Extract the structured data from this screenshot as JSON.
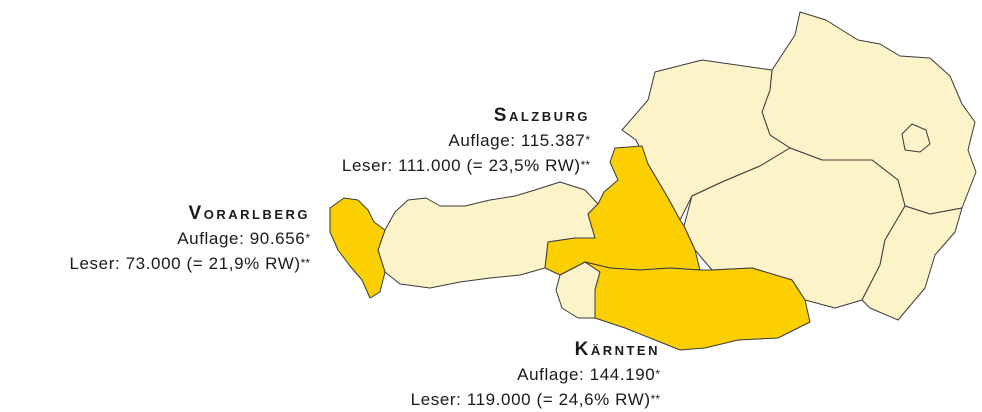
{
  "colors": {
    "highlight": "#fcd000",
    "base": "#fcf4c8",
    "border": "#3a3a3a",
    "text": "#1a1a1a"
  },
  "regions": [
    {
      "name": "Vorarlberg",
      "highlighted": true
    },
    {
      "name": "Tirol",
      "highlighted": false
    },
    {
      "name": "Osttirol",
      "highlighted": false
    },
    {
      "name": "Salzburg",
      "highlighted": true
    },
    {
      "name": "Kärnten",
      "highlighted": true
    },
    {
      "name": "Oberösterreich",
      "highlighted": false
    },
    {
      "name": "Niederösterreich",
      "highlighted": false
    },
    {
      "name": "Wien",
      "highlighted": false
    },
    {
      "name": "Steiermark",
      "highlighted": false
    },
    {
      "name": "Burgenland",
      "highlighted": false
    }
  ],
  "labels": {
    "salzburg": {
      "name": "Salzburg",
      "auflage": "Auflage: 115.387",
      "auflage_mark": "*",
      "leser": "Leser: 111.000 (= 23,5% RW)",
      "leser_mark": "**"
    },
    "vorarlberg": {
      "name": "Vorarlberg",
      "auflage": "Auflage: 90.656",
      "auflage_mark": "*",
      "leser": "Leser: 73.000 (= 21,9% RW)",
      "leser_mark": "**"
    },
    "kaernten": {
      "name": "Kärnten",
      "auflage": "Auflage: 144.190",
      "auflage_mark": "*",
      "leser": "Leser: 119.000 (= 24,6% RW)",
      "leser_mark": "**"
    }
  }
}
